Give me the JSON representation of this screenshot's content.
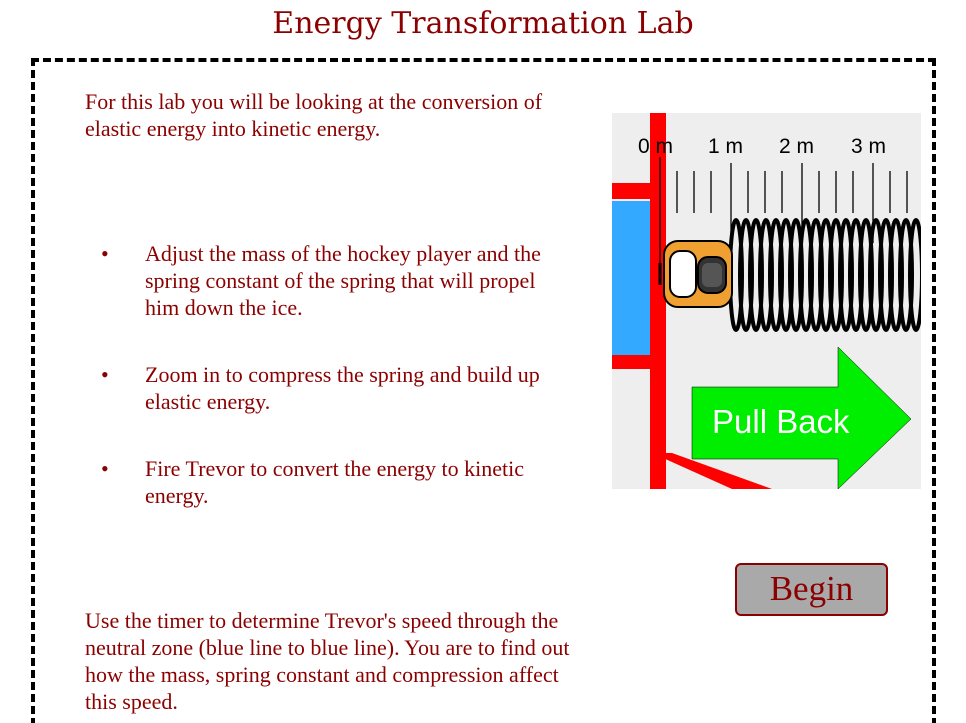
{
  "title": "Energy Transformation Lab",
  "intro": "For this lab you will be looking at the conversion of elastic energy into kinetic energy.",
  "steps": [
    "Adjust the mass of the hockey player and the spring constant of the spring that will propel him down the ice.",
    "Zoom in to compress the spring and build up elastic energy.",
    "Fire Trevor to convert the energy to kinetic energy."
  ],
  "bullet": "•",
  "outro": "Use the timer to determine Trevor's speed through the neutral zone (blue line to blue line). You are to find out how the mass, spring constant and compression affect this speed.",
  "illustration": {
    "ruler_labels": [
      "0 m",
      "1 m",
      "2 m",
      "3 m"
    ],
    "pull_back_label": "Pull Back",
    "colors": {
      "ice": "#eeeeee",
      "red_line": "#ff0000",
      "blue_line": "#33aaff",
      "arrow": "#00ee00",
      "arrow_text": "#ffffff",
      "player": "#f0a030",
      "spring": "#000000"
    }
  },
  "begin_label": "Begin",
  "colors": {
    "text": "#8b0000",
    "button_bg": "#a9a9a9",
    "border": "#000000"
  }
}
